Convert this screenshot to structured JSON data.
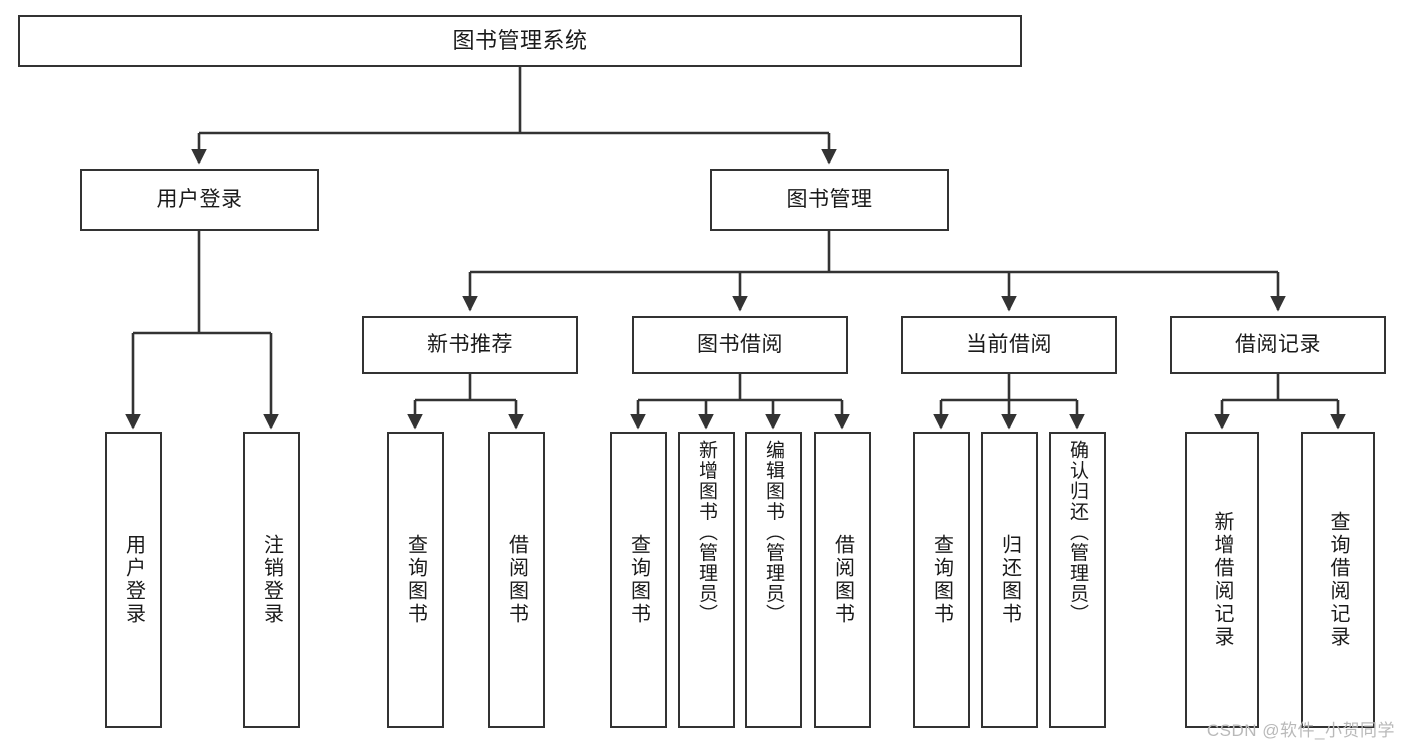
{
  "diagram": {
    "type": "tree-hierarchy",
    "title": "图书管理系统",
    "root": {
      "id": "root",
      "label": "图书管理系统",
      "level": 0
    },
    "level1": [
      {
        "id": "user-login",
        "label": "用户登录"
      },
      {
        "id": "book-manage",
        "label": "图书管理"
      }
    ],
    "level2": [
      {
        "id": "new-book-rec",
        "label": "新书推荐",
        "parent": "book-manage"
      },
      {
        "id": "book-borrow",
        "label": "图书借阅",
        "parent": "book-manage"
      },
      {
        "id": "current-borrow",
        "label": "当前借阅",
        "parent": "book-manage"
      },
      {
        "id": "borrow-record",
        "label": "借阅记录",
        "parent": "book-manage"
      }
    ],
    "leaves": {
      "user-login": [
        {
          "id": "leaf-user-login",
          "label": "用户登录"
        },
        {
          "id": "leaf-logout",
          "label": "注销登录"
        }
      ],
      "new-book-rec": [
        {
          "id": "leaf-query-book-1",
          "label": "查询图书"
        },
        {
          "id": "leaf-borrow-book-1",
          "label": "借阅图书"
        }
      ],
      "book-borrow": [
        {
          "id": "leaf-query-book-2",
          "label": "查询图书"
        },
        {
          "id": "leaf-add-book",
          "label": "新增图书（管理员）"
        },
        {
          "id": "leaf-edit-book",
          "label": "编辑图书（管理员）"
        },
        {
          "id": "leaf-borrow-book-2",
          "label": "借阅图书"
        }
      ],
      "current-borrow": [
        {
          "id": "leaf-query-book-3",
          "label": "查询图书"
        },
        {
          "id": "leaf-return-book",
          "label": "归还图书"
        },
        {
          "id": "leaf-confirm-return",
          "label": "确认归还（管理员）"
        }
      ],
      "borrow-record": [
        {
          "id": "leaf-add-record",
          "label": "新增借阅记录"
        },
        {
          "id": "leaf-query-record",
          "label": "查询借阅记录"
        }
      ]
    }
  },
  "watermark": {
    "text": "CSDN @软件_小贺同学"
  },
  "colors": {
    "stroke": "#333333",
    "background": "#ffffff",
    "text": "#1a1a1a",
    "watermark": "#b9b9b9"
  }
}
